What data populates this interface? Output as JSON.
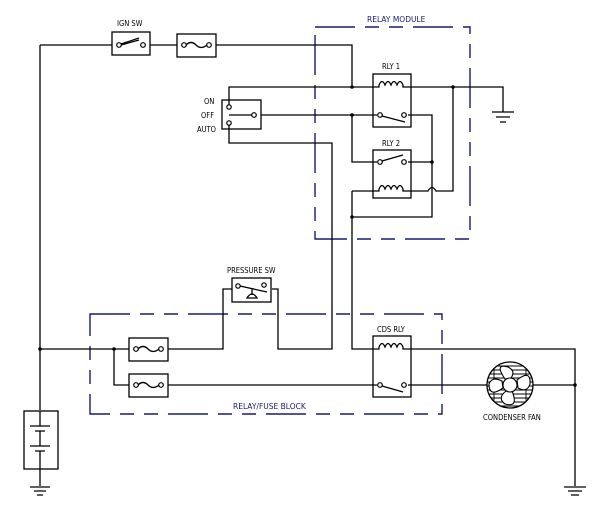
{
  "diagram": {
    "type": "automotive-wiring-schematic",
    "components": {
      "ign_sw": "IGN SW",
      "relay_module": "RELAY MODULE",
      "rly1": "RLY 1",
      "rly2": "RLY 2",
      "switch_on": "ON",
      "switch_off": "OFF",
      "switch_auto": "AUTO",
      "pressure_sw": "PRESSURE SW",
      "cds_rly": "CDS RLY",
      "relay_fuse_block": "RELAY/FUSE BLOCK",
      "condenser_fan": "CONDENSER FAN"
    },
    "colors": {
      "wire": "#000000",
      "enclosure": "#1a1a78"
    }
  }
}
